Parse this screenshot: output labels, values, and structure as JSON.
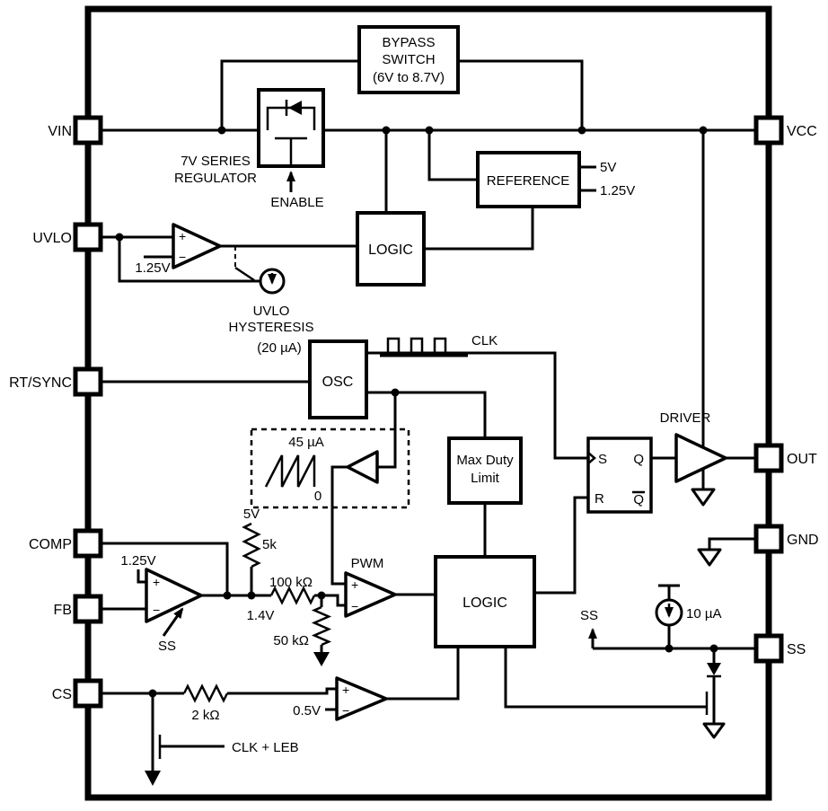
{
  "pins": {
    "left": [
      "VIN",
      "UVLO",
      "RT/SYNC",
      "COMP",
      "FB",
      "CS"
    ],
    "right": [
      "VCC",
      "OUT",
      "GND",
      "SS"
    ]
  },
  "blocks": {
    "bypass_switch": {
      "line1": "BYPASS",
      "line2": "SWITCH",
      "line3": "(6V to 8.7V)"
    },
    "series_regulator": {
      "line1": "7V SERIES",
      "line2": "REGULATOR",
      "enable_label": "ENABLE"
    },
    "reference": {
      "label": "REFERENCE",
      "output_5v": "5V",
      "output_1v25": "1.25V"
    },
    "logic_top": {
      "label": "LOGIC"
    },
    "uvlo_comparator": {
      "plus": "+",
      "minus": "−",
      "ref": "1.25V"
    },
    "uvlo_hysteresis": {
      "line1": "UVLO",
      "line2": "HYSTERESIS",
      "line3": "(20 µA)"
    },
    "oscillator": {
      "label": "OSC",
      "clk_label": "CLK"
    },
    "ramp_generator": {
      "current": "45 µA",
      "zero": "0"
    },
    "max_duty_limit": {
      "line1": "Max Duty",
      "line2": "Limit"
    },
    "pwm_latch": {
      "s": "S",
      "r": "R",
      "q": "Q",
      "q_bar": "Q"
    },
    "driver": {
      "label": "DRIVER"
    },
    "error_amplifier": {
      "plus": "+",
      "minus": "−",
      "ref": "1.25V",
      "ss_label": "SS",
      "rail_5v": "5V",
      "r_pullup": "5k",
      "node_voltage": "1.4V",
      "r_series": "100 kΩ",
      "r_shunt": "50 kΩ"
    },
    "pwm_comparator": {
      "label": "PWM",
      "plus": "+",
      "minus": "−"
    },
    "logic_bottom": {
      "label": "LOGIC"
    },
    "cs_comparator": {
      "plus": "+",
      "minus": "−",
      "ref": "0.5V",
      "r_filter": "2 kΩ",
      "blanking_label": "CLK + LEB"
    },
    "soft_start": {
      "node_label": "SS",
      "current": "10 µA"
    }
  },
  "colors": {
    "line": "#000000",
    "background": "#ffffff"
  }
}
